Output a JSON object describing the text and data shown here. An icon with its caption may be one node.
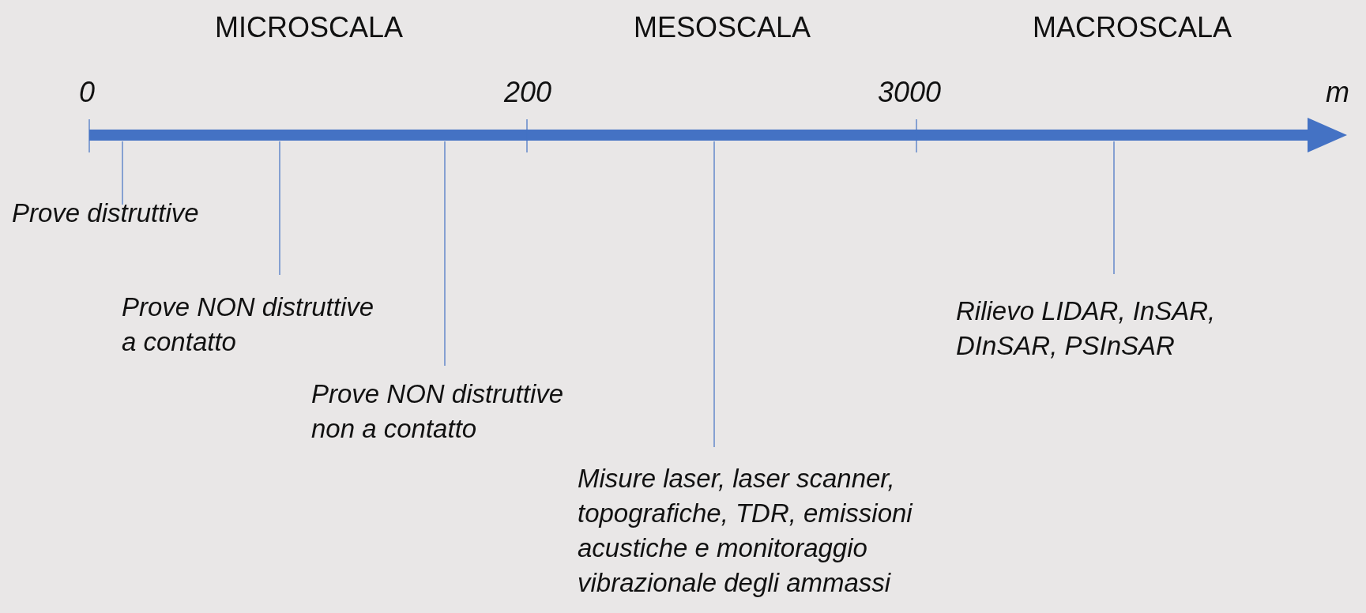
{
  "diagram": {
    "nodes": [
      {
        "text": [
          "Prove distruttive"
        ]
      },
      {
        "text": [
          "Prove NON distruttive a contatto"
        ]
      },
      {
        "text": [
          "Prove NON distruttive non a contatto"
        ]
      },
      {
        "text": [
          "Misure laser, laser scanner, topografiche, TDR, emissioni acustiche e monitoraggio vibrazionale degli ammassi"
        ]
      },
      {
        "text": [
          "Rilievo LIDAR, InSAR, DInSAR, PSInSAR"
        ]
      }
    ],
    "edges": [
      {
        "from": 0,
        "to": null,
        "arrow": "none"
      },
      {
        "from": 1,
        "to": null,
        "arrow": "none"
      },
      {
        "from": 2,
        "to": null,
        "arrow": "none"
      },
      {
        "from": 3,
        "to": null,
        "arrow": "none"
      },
      {
        "from": 4,
        "to": null,
        "arrow": "none"
      }
    ],
    "labels": [
      "MICROSCALA",
      "MESOSCALA",
      "MACROSCALA",
      "0",
      "200",
      "3000",
      "m"
    ]
  }
}
